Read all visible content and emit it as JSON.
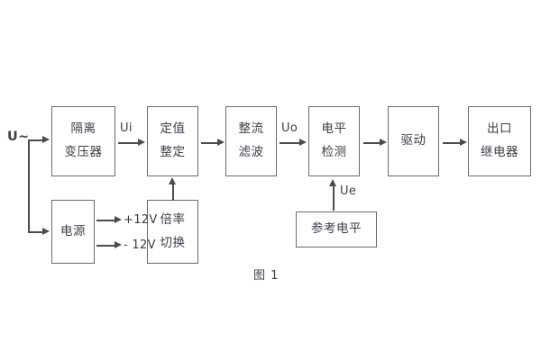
{
  "figure": {
    "caption": "图 1",
    "source_label": "U~",
    "blocks": {
      "isolation_transformer": {
        "line1": "隔离",
        "line2": "变压器"
      },
      "setting_value": {
        "line1": "定值",
        "line2": "整定"
      },
      "rectify_filter": {
        "line1": "整流",
        "line2": "滤波"
      },
      "level_detect": {
        "line1": "电平",
        "line2": "检测"
      },
      "drive": {
        "line1": "驱动"
      },
      "output_relay": {
        "line1": "出口",
        "line2": "继电器"
      },
      "power_supply": {
        "line1": "电源"
      },
      "multiplier_switch": {
        "line1": "倍率",
        "line2": "切换"
      },
      "reference_level": {
        "line1": "参考电平"
      }
    },
    "signals": {
      "ui": "Ui",
      "uo": "Uo",
      "ue": "Ue",
      "pos12v": "+12V",
      "neg12v": "- 12V"
    },
    "colors": {
      "box_border": "#6b6b6b",
      "wire": "#4a4a52",
      "text": "#3c3c46",
      "background": "#ffffff"
    }
  }
}
